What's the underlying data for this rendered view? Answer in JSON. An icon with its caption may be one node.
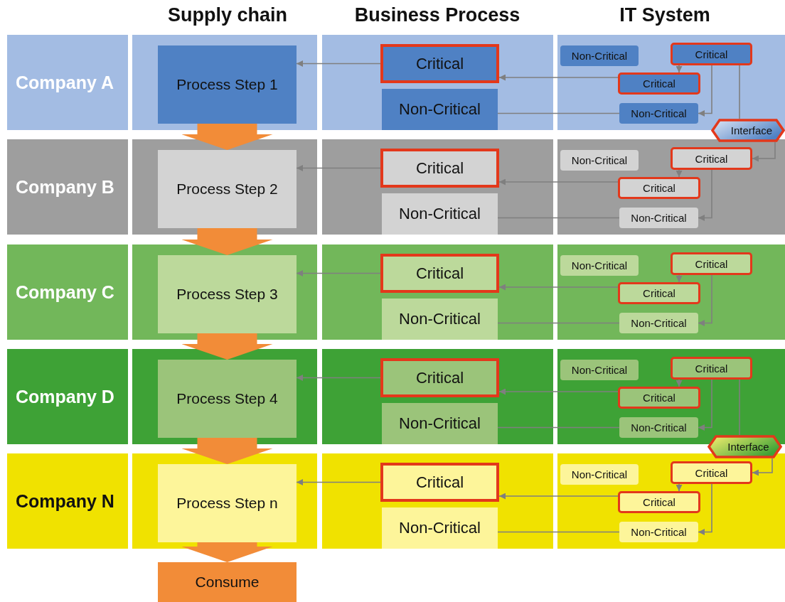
{
  "diagram": {
    "nodes": [
      {
        "text": [
          "Company A"
        ]
      },
      {
        "text": [
          "Process Step 1"
        ]
      },
      {
        "text": [
          "Critical"
        ]
      },
      {
        "text": [
          "Non-Critical"
        ]
      },
      {
        "text": [
          "Non-Critical"
        ]
      },
      {
        "text": [
          "Critical"
        ]
      },
      {
        "text": [
          "Critical"
        ]
      },
      {
        "text": [
          "Non-Critical"
        ]
      },
      {
        "text": [
          "Interface"
        ]
      },
      {
        "text": [
          "Company B"
        ]
      },
      {
        "text": [
          "Process Step 2"
        ]
      },
      {
        "text": [
          "Critical"
        ]
      },
      {
        "text": [
          "Non-Critical"
        ]
      },
      {
        "text": [
          "Non-Critical"
        ]
      },
      {
        "text": [
          "Critical"
        ]
      },
      {
        "text": [
          "Critical"
        ]
      },
      {
        "text": [
          "Non-Critical"
        ]
      },
      {
        "text": [
          "Company C"
        ]
      },
      {
        "text": [
          "Process Step 3"
        ]
      },
      {
        "text": [
          "Critical"
        ]
      },
      {
        "text": [
          "Non-Critical"
        ]
      },
      {
        "text": [
          "Non-Critical"
        ]
      },
      {
        "text": [
          "Critical"
        ]
      },
      {
        "text": [
          "Critical"
        ]
      },
      {
        "text": [
          "Non-Critical"
        ]
      },
      {
        "text": [
          "Company D"
        ]
      },
      {
        "text": [
          "Process Step 4"
        ]
      },
      {
        "text": [
          "Critical"
        ]
      },
      {
        "text": [
          "Non-Critical"
        ]
      },
      {
        "text": [
          "Non-Critical"
        ]
      },
      {
        "text": [
          "Critical"
        ]
      },
      {
        "text": [
          "Critical"
        ]
      },
      {
        "text": [
          "Non-Critical"
        ]
      },
      {
        "text": [
          "Interface"
        ]
      },
      {
        "text": [
          "Company N"
        ]
      },
      {
        "text": [
          "Process Step n"
        ]
      },
      {
        "text": [
          "Critical"
        ]
      },
      {
        "text": [
          "Non-Critical"
        ]
      },
      {
        "text": [
          "Non-Critical"
        ]
      },
      {
        "text": [
          "Critical"
        ]
      },
      {
        "text": [
          "Critical"
        ]
      },
      {
        "text": [
          "Non-Critical"
        ]
      },
      {
        "text": [
          "Consume"
        ]
      }
    ],
    "edges": [
      {
        "from": 2,
        "to": 1,
        "arrow": "to"
      },
      {
        "from": 6,
        "to": 2,
        "arrow": "to"
      },
      {
        "from": 5,
        "to": 6,
        "arrow": "to"
      },
      {
        "from": 5,
        "to": 7,
        "arrow": "to"
      },
      {
        "from": 7,
        "to": 3,
        "arrow": "none"
      },
      {
        "from": 5,
        "to": 8,
        "arrow": "none"
      },
      {
        "from": 8,
        "to": 14,
        "arrow": "to"
      },
      {
        "from": 11,
        "to": 10,
        "arrow": "to"
      },
      {
        "from": 15,
        "to": 11,
        "arrow": "to"
      },
      {
        "from": 14,
        "to": 15,
        "arrow": "to"
      },
      {
        "from": 14,
        "to": 16,
        "arrow": "to"
      },
      {
        "from": 16,
        "to": 12,
        "arrow": "none"
      },
      {
        "from": 19,
        "to": 18,
        "arrow": "to"
      },
      {
        "from": 23,
        "to": 19,
        "arrow": "to"
      },
      {
        "from": 22,
        "to": 23,
        "arrow": "to"
      },
      {
        "from": 22,
        "to": 24,
        "arrow": "to"
      },
      {
        "from": 24,
        "to": 20,
        "arrow": "none"
      },
      {
        "from": 27,
        "to": 26,
        "arrow": "to"
      },
      {
        "from": 31,
        "to": 27,
        "arrow": "to"
      },
      {
        "from": 30,
        "to": 31,
        "arrow": "to"
      },
      {
        "from": 30,
        "to": 32,
        "arrow": "to"
      },
      {
        "from": 32,
        "to": 28,
        "arrow": "none"
      },
      {
        "from": 30,
        "to": 33,
        "arrow": "none"
      },
      {
        "from": 33,
        "to": 39,
        "arrow": "to"
      },
      {
        "from": 36,
        "to": 35,
        "arrow": "to"
      },
      {
        "from": 40,
        "to": 36,
        "arrow": "to"
      },
      {
        "from": 39,
        "to": 40,
        "arrow": "to"
      },
      {
        "from": 39,
        "to": 41,
        "arrow": "to"
      },
      {
        "from": 41,
        "to": 37,
        "arrow": "none"
      },
      {
        "from": 1,
        "to": 10,
        "arrow": "to",
        "style": "thick",
        "color": "#f28c38"
      },
      {
        "from": 10,
        "to": 18,
        "arrow": "to",
        "style": "thick",
        "color": "#f28c38"
      },
      {
        "from": 18,
        "to": 26,
        "arrow": "to",
        "style": "thick",
        "color": "#f28c38"
      },
      {
        "from": 26,
        "to": 35,
        "arrow": "to",
        "style": "thick",
        "color": "#f28c38"
      },
      {
        "from": 35,
        "to": 42,
        "arrow": "to",
        "style": "thick",
        "color": "#f28c38"
      }
    ],
    "labels": [
      "Supply chain",
      "Business Process",
      "IT System"
    ]
  }
}
